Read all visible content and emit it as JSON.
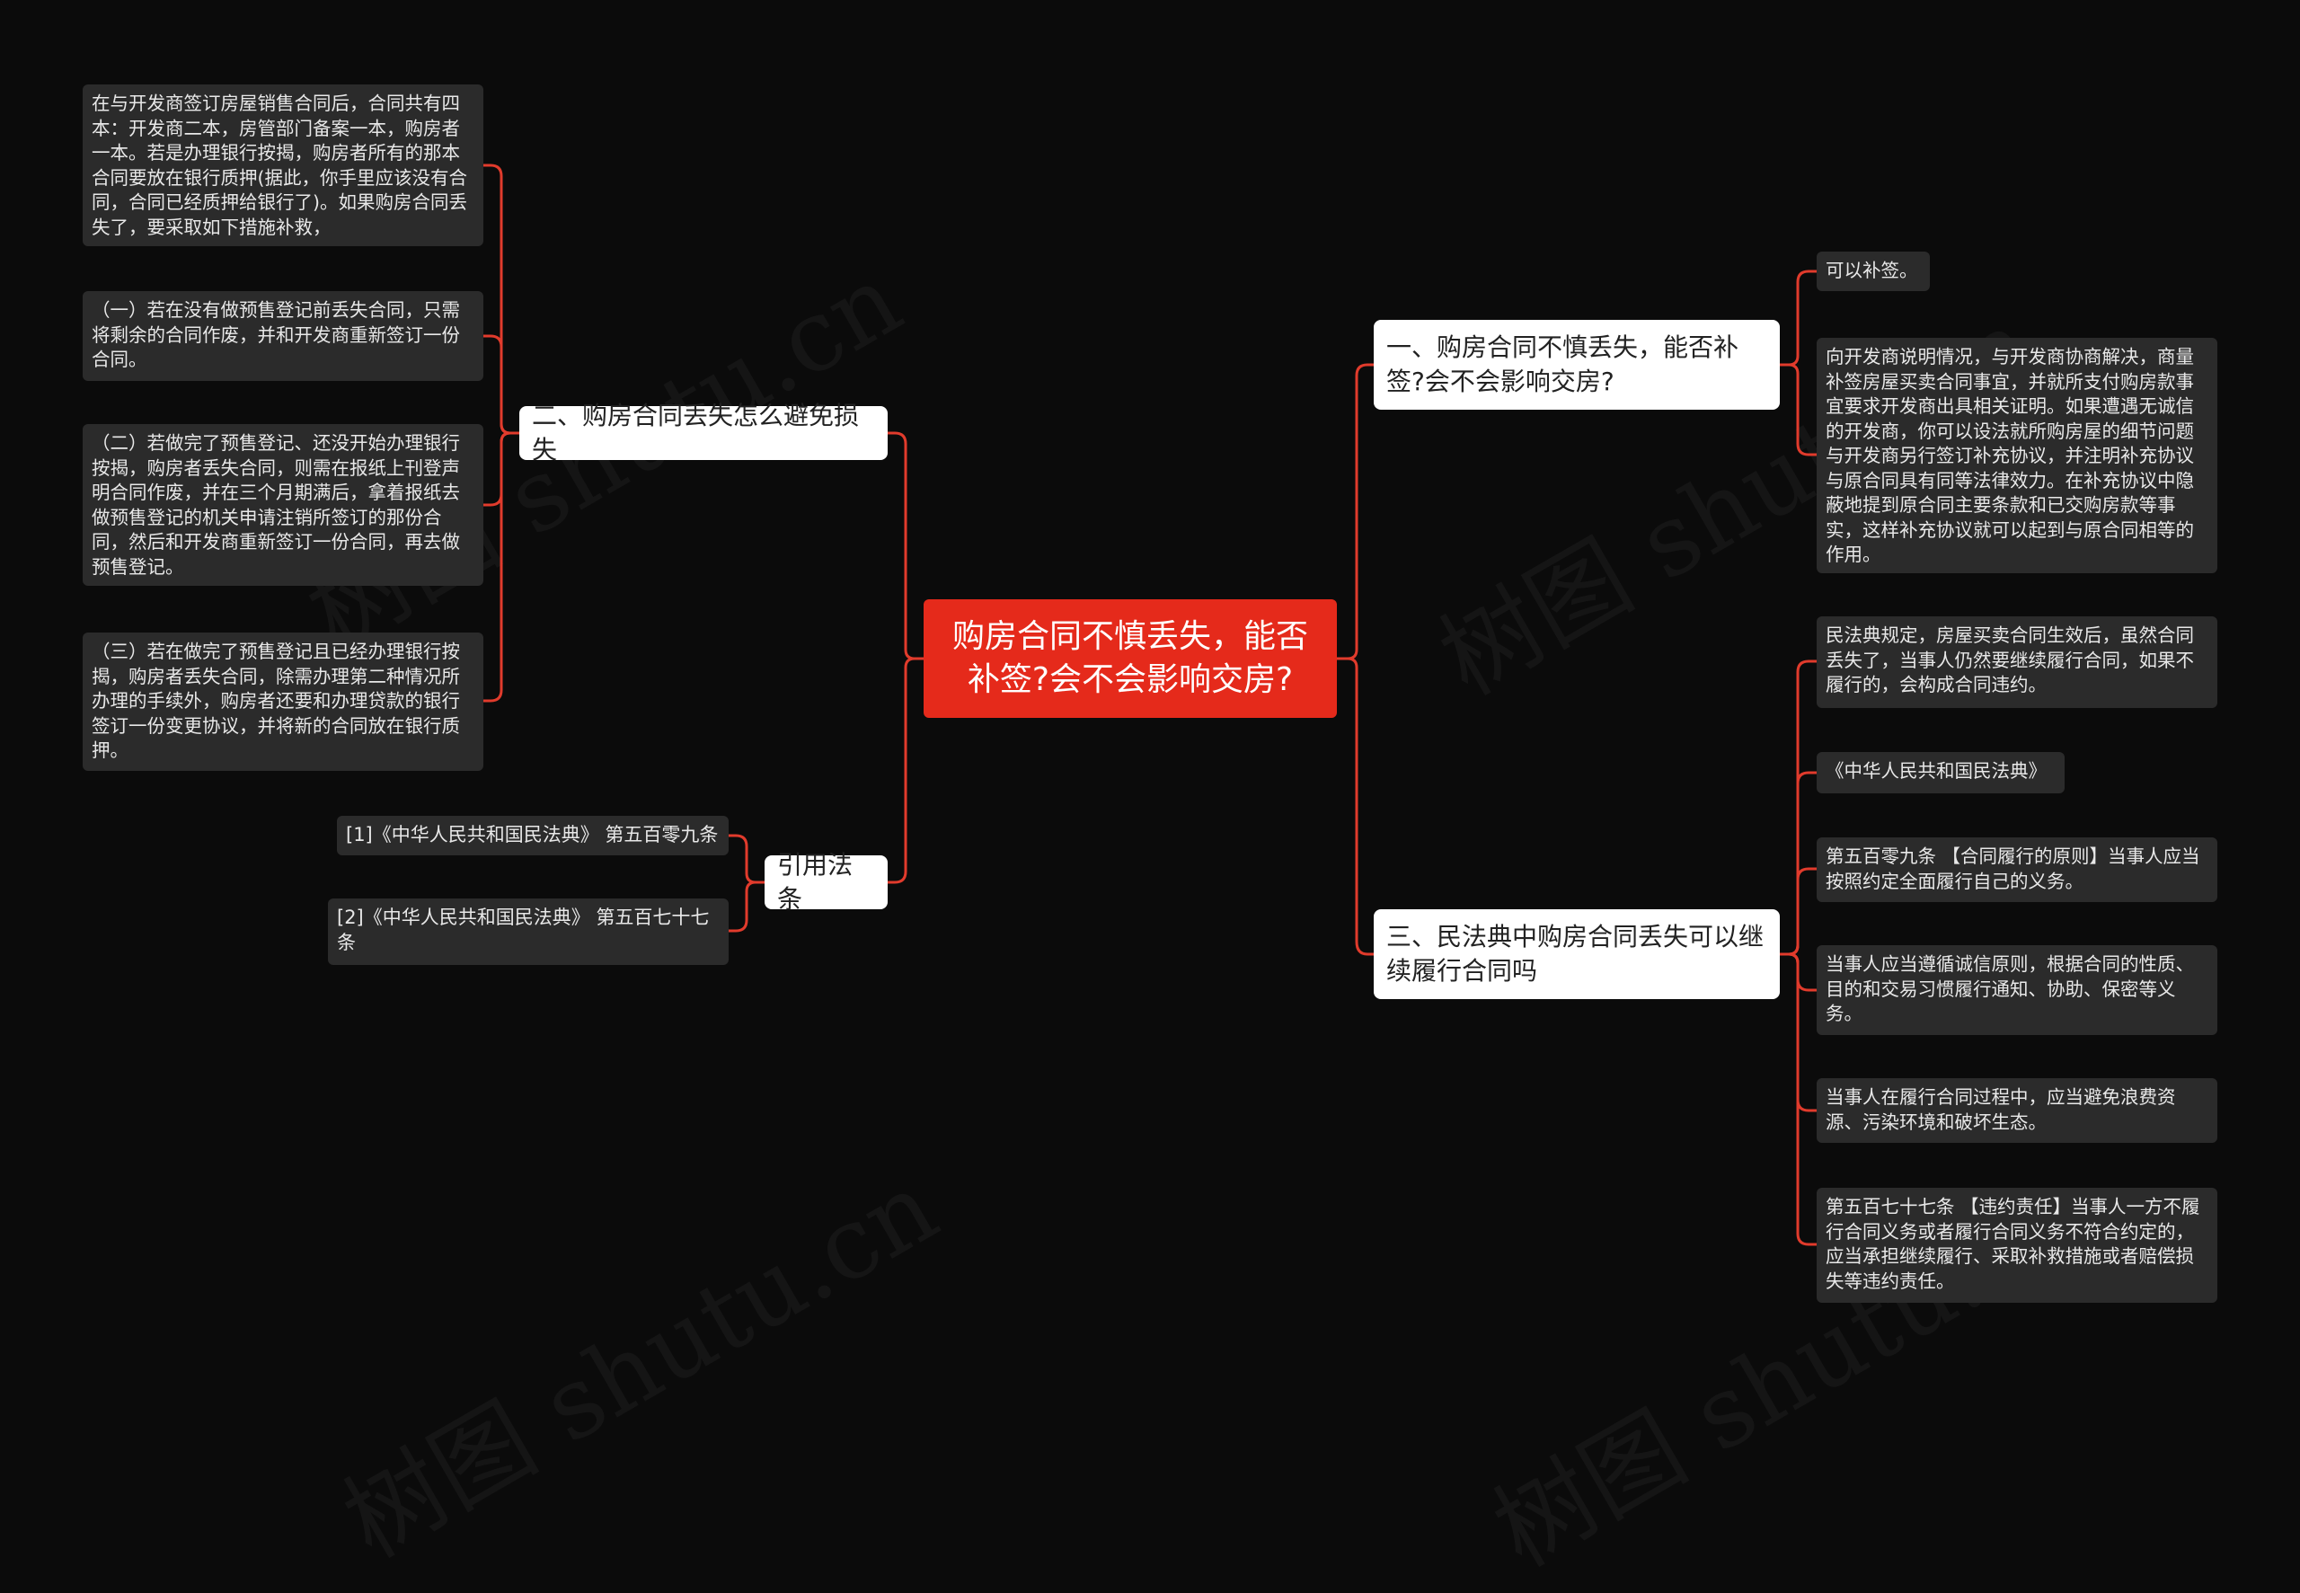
{
  "root": {
    "title": "购房合同不慎丢失，能否补签?会不会影响交房?"
  },
  "left": {
    "branch2": {
      "label": "二、购房合同丢失怎么避免损失",
      "items": [
        "在与开发商签订房屋销售合同后，合同共有四本：开发商二本，房管部门备案一本，购房者一本。若是办理银行按揭，购房者所有的那本合同要放在银行质押(据此，你手里应该没有合同，合同已经质押给银行了)。如果购房合同丢失了，要采取如下措施补救，",
        "（一）若在没有做预售登记前丢失合同，只需将剩余的合同作废，并和开发商重新签订一份合同。",
        "（二）若做完了预售登记、还没开始办理银行按揭，购房者丢失合同，则需在报纸上刊登声明合同作废，并在三个月期满后，拿着报纸去做预售登记的机关申请注销所签订的那份合同，然后和开发商重新签订一份合同，再去做预售登记。",
        "（三）若在做完了预售登记且已经办理银行按揭，购房者丢失合同，除需办理第二种情况所办理的手续外，购房者还要和办理贷款的银行签订一份变更协议，并将新的合同放在银行质押。"
      ]
    },
    "refs": {
      "label": "引用法条",
      "items": [
        "[1]《中华人民共和国民法典》 第五百零九条",
        "[2]《中华人民共和国民法典》 第五百七十七条"
      ]
    }
  },
  "right": {
    "branch1": {
      "label": "一、购房合同不慎丢失，能否补签?会不会影响交房?",
      "items": [
        "可以补签。",
        "向开发商说明情况，与开发商协商解决，商量补签房屋买卖合同事宜，并就所支付购房款事宜要求开发商出具相关证明。如果遭遇无诚信的开发商，你可以设法就所购房屋的细节问题与开发商另行签订补充协议，并注明补充协议与原合同具有同等法律效力。在补充协议中隐蔽地提到原合同主要条款和已交购房款等事实，这样补充协议就可以起到与原合同相等的作用。"
      ]
    },
    "branch3": {
      "label": "三、民法典中购房合同丢失可以继续履行合同吗",
      "items": [
        "民法典规定，房屋买卖合同生效后，虽然合同丢失了，当事人仍然要继续履行合同，如果不履行的，会构成合同违约。",
        "《中华人民共和国民法典》",
        "第五百零九条 【合同履行的原则】当事人应当按照约定全面履行自己的义务。",
        "当事人应当遵循诚信原则，根据合同的性质、目的和交易习惯履行通知、协助、保密等义务。",
        "当事人在履行合同过程中，应当避免浪费资源、污染环境和破坏生态。",
        "第五百七十七条 【违约责任】当事人一方不履行合同义务或者履行合同义务不符合约定的，应当承担继续履行、采取补救措施或者赔偿损失等违约责任。"
      ]
    }
  },
  "colors": {
    "root": "#e52a1b",
    "link": "#e13b2c",
    "background": "#0b0b0b",
    "leaf": "#2b2b2b"
  }
}
